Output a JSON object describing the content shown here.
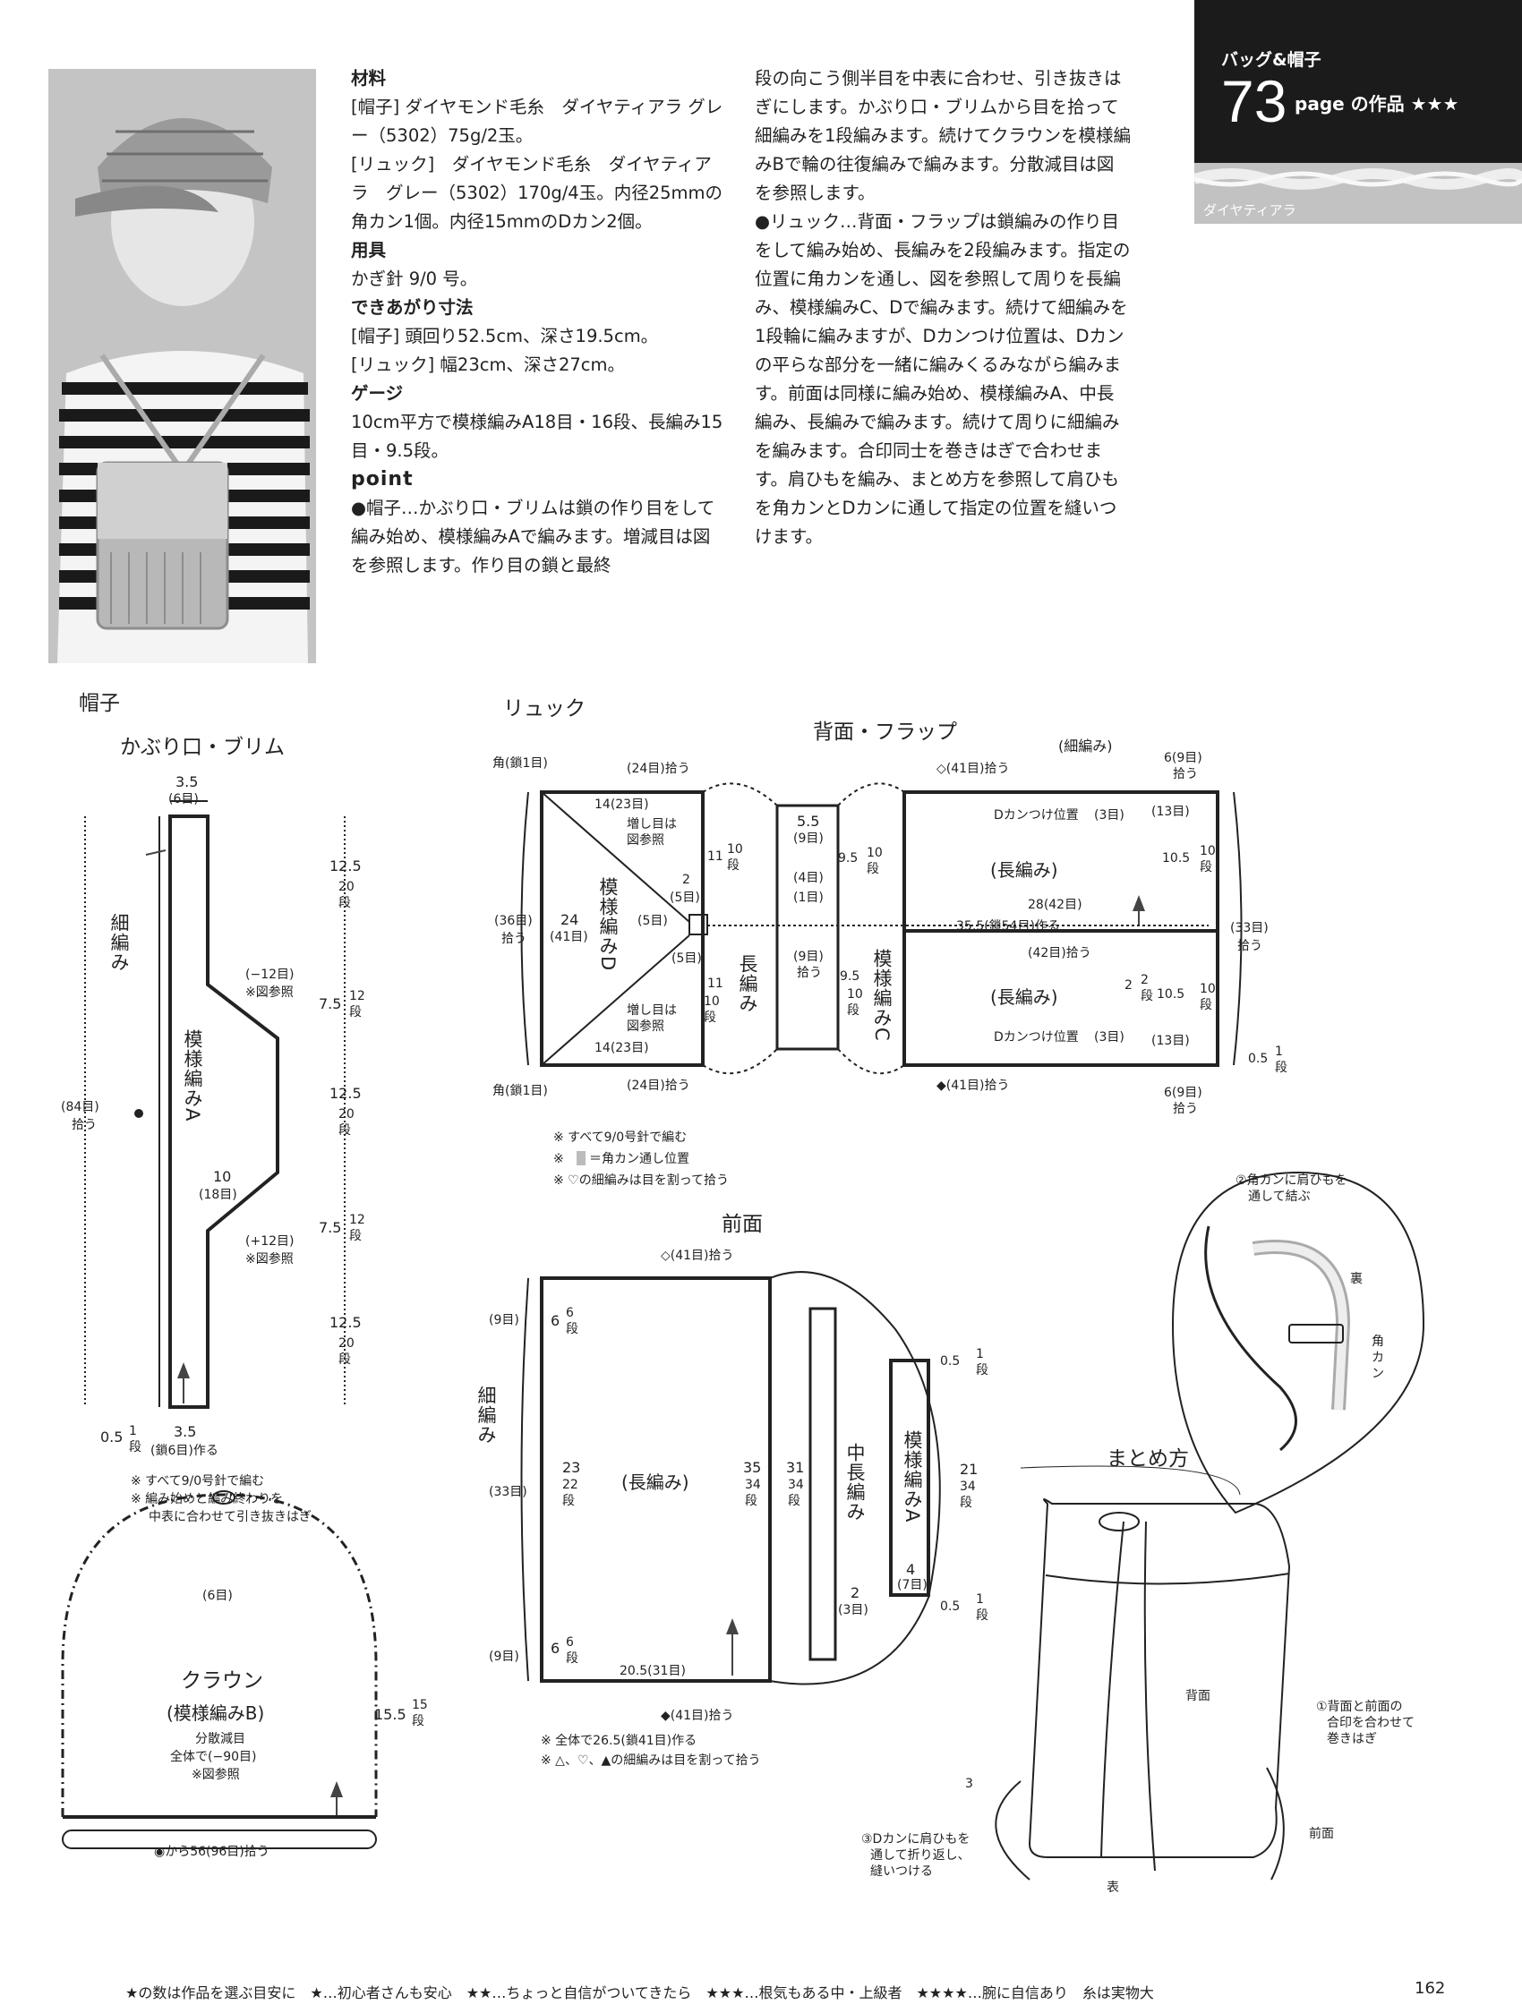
{
  "header": {
    "category": "バッグ&帽子",
    "page_ref_num": "73",
    "page_ref_suffix": "page の作品 ★★★",
    "yarn_label": "ダイヤティアラ"
  },
  "materials": {
    "heading": "材料",
    "hat": "[帽子] ダイヤモンド毛糸　ダイヤティアラ グレー（5302）75g/2玉。",
    "ruck": "[リュック]　ダイヤモンド毛糸　ダイヤティアラ　グレー（5302）170g/4玉。内径25mmの角カン1個。内径15mmのDカン2個。",
    "tools_heading": "用具",
    "tools": "かぎ針 9/0 号。",
    "size_heading": "できあがり寸法",
    "size_hat": "[帽子] 頭回り52.5cm、深さ19.5cm。",
    "size_ruck": "[リュック] 幅23cm、深さ27cm。",
    "gauge_heading": "ゲージ",
    "gauge": "10cm平方で模様編みA18目・16段、長編み15目・9.5段。",
    "point_heading": "point",
    "point_hat": "●帽子…かぶり口・ブリムは鎖の作り目をして編み始め、模様編みAで編みます。増減目は図を参照します。作り目の鎖と最終",
    "point_hat_cont": "段の向こう側半目を中表に合わせ、引き抜きはぎにします。かぶり口・ブリムから目を拾って細編みを1段編みます。続けてクラウンを模様編みBで輪の往復編みで編みます。分散減目は図を参照します。",
    "point_ruck": "●リュック…背面・フラップは鎖編みの作り目をして編み始め、長編みを2段編みます。指定の位置に角カンを通し、図を参照して周りを長編み、模様編みC、Dで編みます。続けて細編みを1段輪に編みますが、Dカンつけ位置は、Dカンの平らな部分を一緒に編みくるみながら編みます。前面は同様に編み始め、模様編みA、中長編み、長編みで編みます。続けて周りに細編みを編みます。合印同士を巻きはぎで合わせます。肩ひもを編み、まとめ方を参照して肩ひもを角カンとDカンに通して指定の位置を縫いつけます。"
  },
  "hat_diagram": {
    "title": "帽子",
    "brim_title": "かぶり口・ブリム",
    "top_w": "3.5",
    "top_w_st": "(6目)",
    "side_label": "細編み",
    "pick_up": "(84目)",
    "pick_up2": "拾う",
    "pattern": "模様編みA",
    "dec": "(−12目)",
    "dec_ref": "※図参照",
    "mid_w": "10",
    "mid_st": "(18目)",
    "inc": "(+12目)",
    "inc_ref": "※図参照",
    "r1": "12.5",
    "r1s": "20段",
    "r2": "7.5",
    "r2s": "12段",
    "r3": "12.5",
    "r3s": "20段",
    "r4": "7.5",
    "r4s": "12段",
    "r5": "12.5",
    "r5s": "20段",
    "bot_h": "0.5",
    "bot_hs": "1段",
    "bot_w": "3.5",
    "bot_st": "(鎖6目)作る",
    "note1": "※ すべて9/0号針で編む",
    "note2": "※ 編み始めと編み終わりを",
    "note3": "中表に合わせて引き抜きはぎ"
  },
  "crown": {
    "top_st": "(6目)",
    "title": "クラウン",
    "pattern": "(模様編みB)",
    "l1": "分散減目",
    "l2": "全体で(−90目)",
    "l3": "※図参照",
    "side": "15.5",
    "side_s": "15段",
    "bottom": "◉から56(96目)拾う"
  },
  "ruck_diagram": {
    "title": "リュック",
    "back_title": "背面・フラップ",
    "corner_top": "角(鎖1目)",
    "corner_bot": "角(鎖1目)",
    "pick24_top": "(24目)拾う",
    "pick24_bot": "(24目)拾う",
    "pick41_top": "◇(41目)拾う",
    "pick41_bot": "◆(41目)拾う",
    "sc": "(細編み)",
    "six9_top": "6(9目)",
    "six9_top2": "拾う",
    "six9_bot": "6(9目)",
    "six9_bot2": "拾う",
    "s14_top": "14(23目)",
    "s14_bot": "14(23目)",
    "inc_ref": "増し目は",
    "inc_ref2": "図参照",
    "d_ring": "Dカンつけ位置",
    "d3": "(3目)",
    "s13": "(13目)",
    "s55": "5.5",
    "s9": "(9目)",
    "s4": "(4目)",
    "s1": "(1目)",
    "s9b": "(9目)",
    "pick": "拾う",
    "s2": "2",
    "s5": "(5目)",
    "s11": "11",
    "s10d": "10段",
    "s95": "9.5",
    "s105": "10.5",
    "s36": "(36目)",
    "s24": "24",
    "s41": "(41目)",
    "pat_d": "模様編みD",
    "pat_c": "模様編みC",
    "dc": "長編み",
    "dc_p": "(長編み)",
    "s28": "28(42目)",
    "s355": "35.5(鎖54目)作る",
    "s42": "(42目)拾う",
    "s33": "(33目)",
    "s05": "0.5",
    "s1d": "1段",
    "s2d": "2段",
    "note1": "※ すべて9/0号針で編む",
    "note2": "＝角カン通し位置",
    "note3": "※ ♡の細編みは目を割って拾う"
  },
  "front_diagram": {
    "title": "前面",
    "pick_top": "◇(41目)拾う",
    "pick_bot": "◆(41目)拾う",
    "s6": "6",
    "s6d": "6段",
    "s9": "(9目)",
    "sc": "細編み",
    "s33": "(33目)",
    "s23": "23",
    "s22d": "22段",
    "dc": "(長編み)",
    "s35": "35",
    "s34d": "34段",
    "s31": "31",
    "s34b": "34段",
    "hdc": "中長編み",
    "pat_a": "模様編みA",
    "s21": "21",
    "s34c": "34段",
    "s4": "4",
    "s7": "(7目)",
    "s2": "2",
    "s3": "(3目)",
    "s205": "20.5(31目)",
    "s05": "0.5",
    "s1d": "1段",
    "note1": "※ 全体で26.5(鎖41目)作る",
    "note2": "※ △、♡、▲の細編みは目を割って拾う"
  },
  "assembly": {
    "title": "まとめ方",
    "step2": "②角カンに肩ひもを",
    "step2b": "通して結ぶ",
    "ura": "裏",
    "kakukan": "角カン",
    "back": "背面",
    "front": "前面",
    "omote": "表",
    "step1": "①背面と前面の",
    "step1b": "合印を合わせて",
    "step1c": "巻きはぎ",
    "step3": "③Dカンに肩ひもを",
    "step3b": "通して折り返し、",
    "step3c": "縫いつける",
    "three": "3"
  },
  "footer": {
    "legend": "★の数は作品を選ぶ目安に　★…初心者さんも安心　★★…ちょっと自信がついてきたら　★★★…根気もある中・上級者　★★★★…腕に自信あり　糸は実物大",
    "page": "162"
  }
}
